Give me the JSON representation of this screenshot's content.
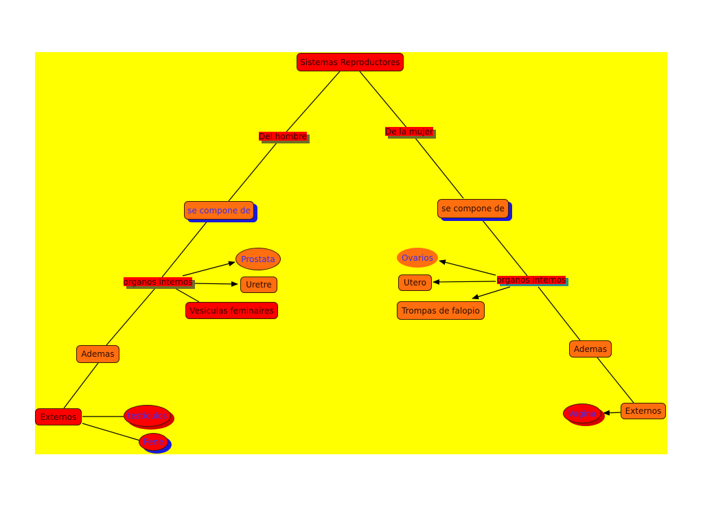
{
  "colors": {
    "background": "#ffff00",
    "node_red": "#ff0000",
    "node_orange": "#ff6e0f",
    "shadow_blue": "#1a1adc",
    "line": "#000000"
  },
  "nodes": {
    "root": "Sistemas Reproductores",
    "man": "Del hombre",
    "woman": "De la mujer",
    "compose_m": "se compone de",
    "compose_w": "se compone de",
    "organs_m": "organos internos",
    "organs_w": "organos internos",
    "prostata": "Prostata",
    "uretre": "Uretre",
    "vesiculas": "Vesiculas feminaires",
    "ovarios": "Ovarios",
    "utero": "Utero",
    "trompas": "Trompas de falopio",
    "ademas_m": "Ademas",
    "ademas_w": "Ademas",
    "externos_m": "Externos",
    "externos_w": "Externos",
    "testiculos": "testiculos",
    "pene": "Pene",
    "vagina": "Vagina"
  }
}
